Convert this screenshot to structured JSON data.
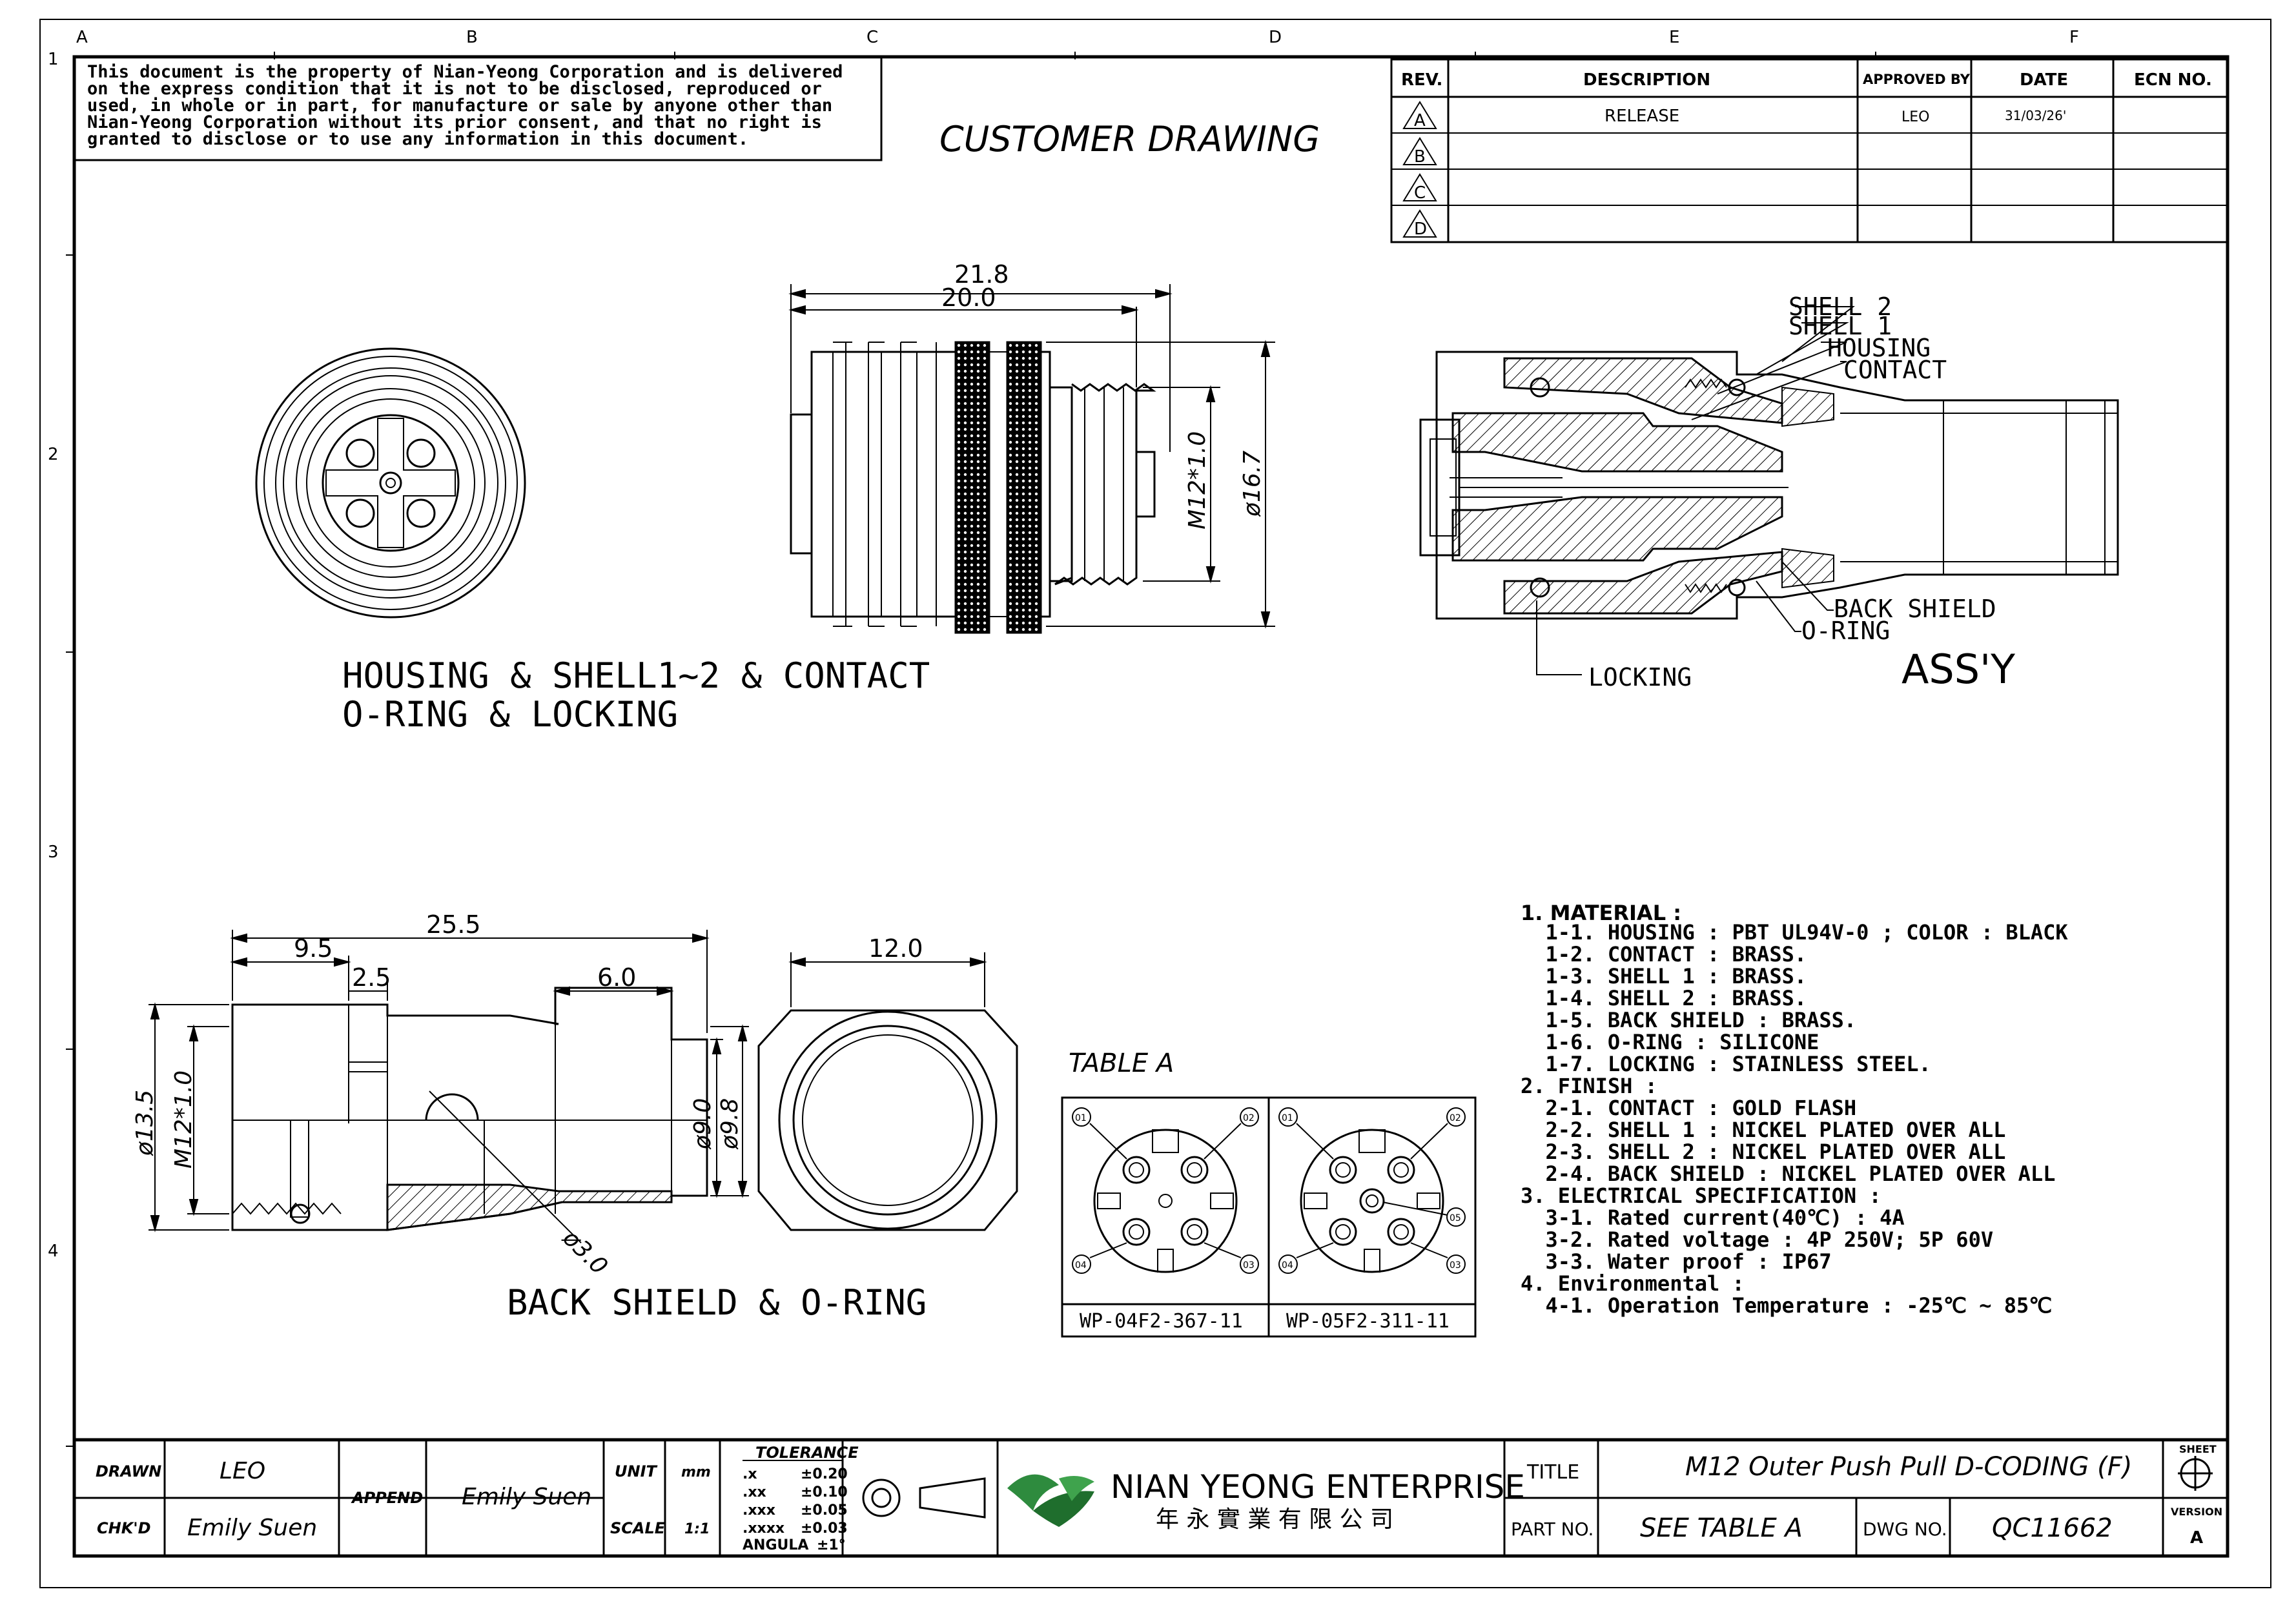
{
  "grid": {
    "cols": [
      "A",
      "B",
      "C",
      "D",
      "E",
      "F"
    ],
    "rows": [
      "1",
      "2",
      "3",
      "4"
    ]
  },
  "notice": [
    "This document is the property of Nian-Yeong Corporation and is delivered",
    "on  the  express condition that it is not to be disclosed, reproduced or",
    "used, in whole or in part, for manufacture or sale by anyone other than",
    "Nian-Yeong Corporation without  its prior consent, and that  no right  is",
    "granted to disclose or to use any information in this  document."
  ],
  "header_title": "CUSTOMER  DRAWING",
  "revision_table": {
    "headers": [
      "REV.",
      "DESCRIPTION",
      "APPROVED BY",
      "DATE",
      "ECN NO."
    ],
    "rows": [
      {
        "rev": "A",
        "description": "RELEASE",
        "approved": "LEO",
        "date": "31/03/26'",
        "ecn": ""
      },
      {
        "rev": "B",
        "description": "",
        "approved": "",
        "date": "",
        "ecn": ""
      },
      {
        "rev": "C",
        "description": "",
        "approved": "",
        "date": "",
        "ecn": ""
      },
      {
        "rev": "D",
        "description": "",
        "approved": "",
        "date": "",
        "ecn": ""
      }
    ]
  },
  "views": {
    "top_side": {
      "dims": {
        "overall": "21.8",
        "body": "20.0",
        "thread": "M12*1.0",
        "diameter": "ø16.7"
      }
    },
    "top_caption": [
      "HOUSING  &  SHELL1~2  &  CONTACT",
      "O-RING   &  LOCKING"
    ],
    "assy": {
      "labels": {
        "shell2": "SHELL 2",
        "shell1": "SHELL 1",
        "housing": "HOUSING",
        "contact": "CONTACT",
        "back_shield": "BACK SHIELD",
        "o_ring": "O-RING",
        "locking": "LOCKING"
      },
      "title": "ASS'Y"
    },
    "back_shield": {
      "dims": {
        "overall": "25.5",
        "a": "9.5",
        "b": "2.5",
        "c": "6.0",
        "d1": "ø13.5",
        "thread": "M12*1.0",
        "d2": "ø9.0",
        "d3": "ø9.8",
        "d4": "ø3.0"
      }
    },
    "hex_view": {
      "dim": "12.0"
    },
    "bottom_caption": "BACK  SHIELD  &  O-RING"
  },
  "table_a": {
    "title": "TABLE A",
    "cells": [
      {
        "part": "WP-04F2-367-11",
        "pins": [
          "01",
          "02",
          "03",
          "04"
        ]
      },
      {
        "part": "WP-05F2-311-11",
        "pins": [
          "01",
          "02",
          "03",
          "04",
          "05"
        ]
      }
    ]
  },
  "spec": [
    "1. MATERIAL :",
    "  1-1. HOUSING : PBT UL94V-0 ; COLOR : BLACK",
    "  1-2. CONTACT : BRASS.",
    "  1-3. SHELL 1 : BRASS.",
    "  1-4. SHELL 2 : BRASS.",
    "  1-5. BACK SHIELD : BRASS.",
    "  1-6. O-RING : SILICONE",
    "  1-7. LOCKING : STAINLESS STEEL.",
    "2. FINISH :",
    "  2-1. CONTACT : GOLD FLASH",
    "  2-2. SHELL 1 : NICKEL PLATED OVER ALL",
    "  2-3. SHELL 2 : NICKEL PLATED OVER ALL",
    "  2-4. BACK SHIELD : NICKEL PLATED OVER ALL",
    "3. ELECTRICAL SPECIFICATION :",
    "  3-1. Rated current(40℃) : 4A",
    "  3-2. Rated voltage : 4P 250V; 5P 60V",
    "  3-3. Water proof : IP67",
    "4. Environmental :",
    "  4-1. Operation Temperature : -25℃ ~ 85℃"
  ],
  "title_block": {
    "drawn_label": "DRAWN",
    "drawn": "LEO",
    "chkd_label": "CHK'D",
    "chkd": "Emily Suen",
    "append_label": "APPEND",
    "append": "Emily Suen",
    "unit_label": "UNIT",
    "unit": "mm",
    "scale_label": "SCALE",
    "scale": "1:1",
    "tolerance": {
      "title": "TOLERANCE",
      "rows": [
        [
          ".x",
          "±0.20"
        ],
        [
          ".xx",
          "±0.10"
        ],
        [
          ".xxx",
          "±0.05"
        ],
        [
          ".xxxx",
          "±0.03"
        ],
        [
          "ANGULA",
          "±1°"
        ]
      ]
    },
    "company": "NIAN YEONG ENTERPRISE",
    "company_cn": "年 永 實 業 有 限 公 司",
    "title_label": "TITLE",
    "title": "M12  Outer  Push  Pull   D-CODING  (F)",
    "part_label": "PART NO.",
    "part": "SEE  TABLE  A",
    "dwg_label": "DWG NO.",
    "dwg": "QC11662",
    "sheet_label": "SHEET",
    "version_label": "VERSION",
    "version": "A"
  }
}
